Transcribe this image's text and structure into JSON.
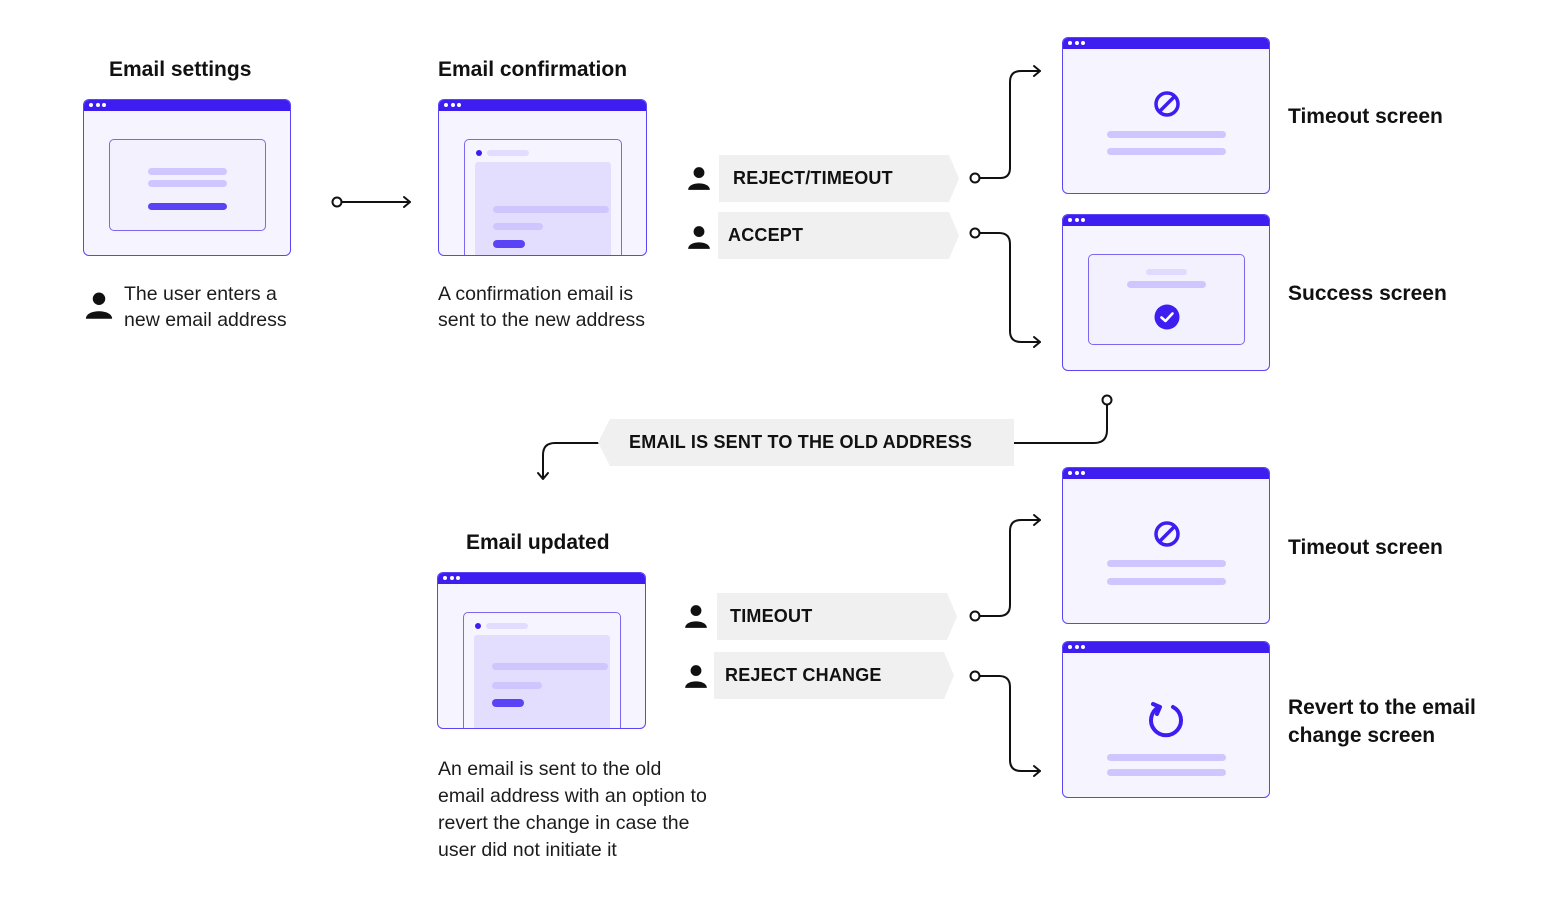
{
  "flow": {
    "step1": {
      "title": "Email settings",
      "caption_line1": "The user enters a",
      "caption_line2": "new email address"
    },
    "step2": {
      "title": "Email confirmation",
      "caption_line1": "A confirmation email is",
      "caption_line2": "sent to the new address"
    },
    "step3": {
      "title": "Email updated",
      "caption_line1": "An email is sent to the old",
      "caption_line2": "email address with an option to",
      "caption_line3": "revert the change in case the",
      "caption_line4": "user did not initiate it"
    }
  },
  "actions": {
    "reject_timeout": "REJECT/TIMEOUT",
    "accept": "ACCEPT",
    "old_address": "EMAIL IS SENT TO THE OLD ADDRESS",
    "timeout": "TIMEOUT",
    "reject_change": "REJECT CHANGE"
  },
  "screens": {
    "timeout_1": "Timeout screen",
    "success": "Success screen",
    "timeout_2": "Timeout screen",
    "revert_line1": "Revert to the email",
    "revert_line2": "change screen"
  },
  "icons": [
    "user-icon",
    "block-icon",
    "check-circle-icon",
    "refresh-icon",
    "arrow-icon"
  ],
  "colors": {
    "accent": "#3d1df0",
    "accent_light": "#cfc6ff",
    "window_bg": "#f6f4ff",
    "tag_bg": "#f0f0f0"
  }
}
